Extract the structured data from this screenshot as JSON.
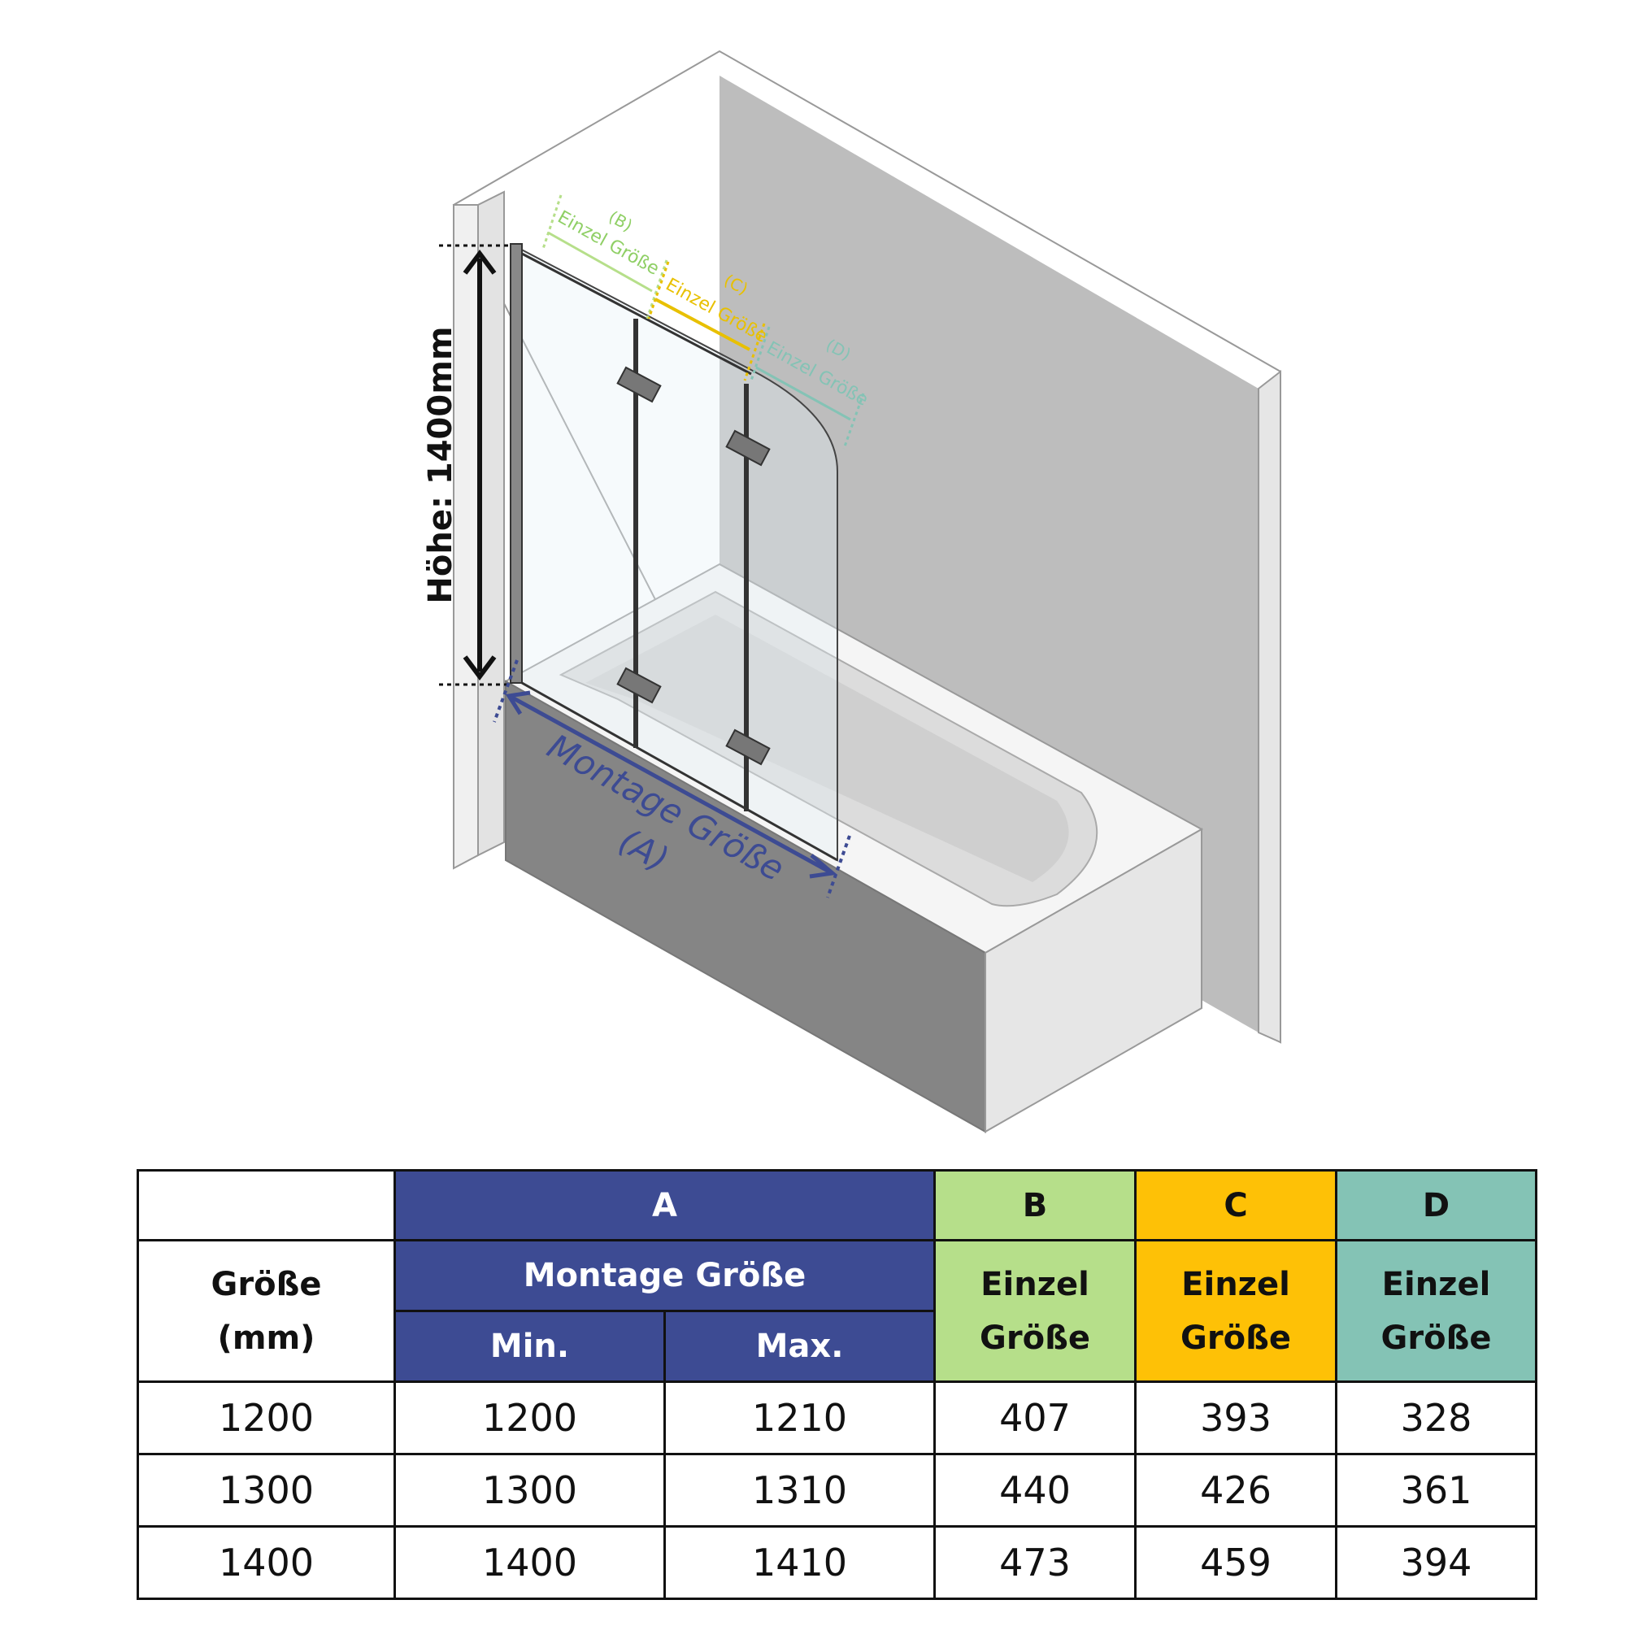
{
  "diagram": {
    "height_label": "Höhe: 1400mm",
    "montage_label_1": "Montage Größe",
    "montage_label_2": "(A)",
    "b_letter": "(B)",
    "c_letter": "(C)",
    "d_letter": "(D)",
    "einzel_label": "Einzel Größe",
    "colors": {
      "a": "#3d4b93",
      "b": "#b6df8a",
      "c": "#e8c000",
      "d": "#84c3b5",
      "wall": "#bdbdbd",
      "tub_front": "#858585"
    }
  },
  "table": {
    "header_a": "A",
    "header_b": "B",
    "header_c": "C",
    "header_d": "D",
    "size_label_1": "Größe",
    "size_label_2": "(mm)",
    "montage": "Montage Größe",
    "min": "Min.",
    "max": "Max.",
    "einzel": "Einzel",
    "groesse": "Größe",
    "rows": [
      {
        "size": "1200",
        "min": "1200",
        "max": "1210",
        "b": "407",
        "c": "393",
        "d": "328"
      },
      {
        "size": "1300",
        "min": "1300",
        "max": "1310",
        "b": "440",
        "c": "426",
        "d": "361"
      },
      {
        "size": "1400",
        "min": "1400",
        "max": "1410",
        "b": "473",
        "c": "459",
        "d": "394"
      }
    ]
  }
}
